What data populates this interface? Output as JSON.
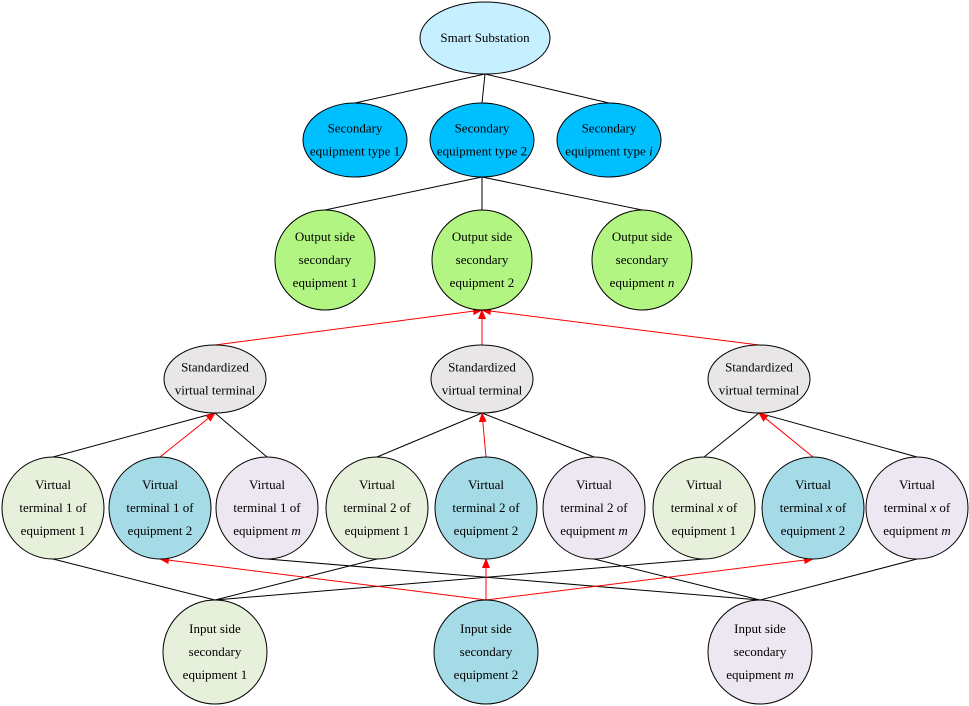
{
  "colors": {
    "root": "#c6efff",
    "equipment_type": "#00bfff",
    "output_side": "#b3f582",
    "standardized": "#e8e6e6",
    "eq1": "#e6f0da",
    "eq2": "#a5dbe6",
    "eqm": "#ece7f1",
    "edge": "#000000",
    "mapping_edge": "#ff0000"
  },
  "nodes": {
    "root": {
      "lines": [
        {
          "t": "Smart Substation"
        }
      ]
    },
    "type1": {
      "lines": [
        {
          "t": "Secondary"
        },
        {
          "t": "equipment type 1"
        }
      ]
    },
    "type2": {
      "lines": [
        {
          "t": "Secondary"
        },
        {
          "t": "equipment type 2"
        }
      ]
    },
    "typei": {
      "lines": [
        {
          "t": "Secondary"
        },
        {
          "t": "equipment type ",
          "i": "i"
        }
      ]
    },
    "out1": {
      "lines": [
        {
          "t": "Output side"
        },
        {
          "t": "secondary"
        },
        {
          "t": "equipment 1"
        }
      ]
    },
    "out2": {
      "lines": [
        {
          "t": "Output side"
        },
        {
          "t": "secondary"
        },
        {
          "t": "equipment 2"
        }
      ]
    },
    "outn": {
      "lines": [
        {
          "t": "Output side"
        },
        {
          "t": "secondary"
        },
        {
          "t": "equipment ",
          "i": "n"
        }
      ]
    },
    "std1": {
      "lines": [
        {
          "t": "Standardized"
        },
        {
          "t": "virtual terminal"
        }
      ]
    },
    "std2": {
      "lines": [
        {
          "t": "Standardized"
        },
        {
          "t": "virtual terminal"
        }
      ]
    },
    "std3": {
      "lines": [
        {
          "t": "Standardized"
        },
        {
          "t": "virtual terminal"
        }
      ]
    },
    "vt11": {
      "lines": [
        {
          "t": "Virtual"
        },
        {
          "t": "terminal 1 of"
        },
        {
          "t": "equipment 1"
        }
      ]
    },
    "vt12": {
      "lines": [
        {
          "t": "Virtual"
        },
        {
          "t": "terminal 1 of"
        },
        {
          "t": "equipment 2"
        }
      ]
    },
    "vt1m": {
      "lines": [
        {
          "t": "Virtual"
        },
        {
          "t": "terminal 1 of"
        },
        {
          "t": "equipment ",
          "i": "m"
        }
      ]
    },
    "vt21": {
      "lines": [
        {
          "t": "Virtual"
        },
        {
          "t": "terminal 2 of"
        },
        {
          "t": "equipment 1"
        }
      ]
    },
    "vt22": {
      "lines": [
        {
          "t": "Virtual"
        },
        {
          "t": "terminal 2 of"
        },
        {
          "t": "equipment 2"
        }
      ]
    },
    "vt2m": {
      "lines": [
        {
          "t": "Virtual"
        },
        {
          "t": "terminal 2 of"
        },
        {
          "t": "equipment ",
          "i": "m"
        }
      ]
    },
    "vtx1": {
      "lines": [
        {
          "t": "Virtual"
        },
        {
          "t": "terminal ",
          "i": "x",
          "a": " of"
        },
        {
          "t": "equipment 1"
        }
      ]
    },
    "vtx2": {
      "lines": [
        {
          "t": "Virtual"
        },
        {
          "t": "terminal ",
          "i": "x",
          "a": " of"
        },
        {
          "t": "equipment 2"
        }
      ]
    },
    "vtxm": {
      "lines": [
        {
          "t": "Virtual"
        },
        {
          "t": "terminal ",
          "i": "x",
          "a": " of"
        },
        {
          "t": "equipment ",
          "i": "m"
        }
      ]
    },
    "in1": {
      "lines": [
        {
          "t": "Input side"
        },
        {
          "t": "secondary"
        },
        {
          "t": "equipment 1"
        }
      ]
    },
    "in2": {
      "lines": [
        {
          "t": "Input side"
        },
        {
          "t": "secondary"
        },
        {
          "t": "equipment 2"
        }
      ]
    },
    "inm": {
      "lines": [
        {
          "t": "Input side"
        },
        {
          "t": "secondary"
        },
        {
          "t": "equipment ",
          "i": "m"
        }
      ]
    }
  }
}
